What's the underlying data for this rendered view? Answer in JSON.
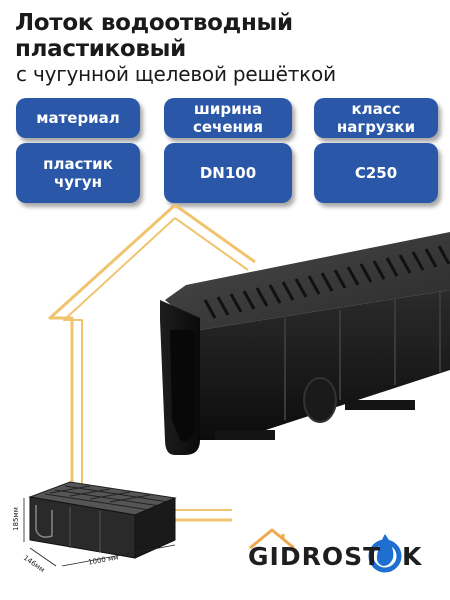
{
  "title": {
    "line1": "Лоток водоотводный",
    "line2": "пластиковый"
  },
  "subtitle": "с чугунной щелевой решёткой",
  "specs": {
    "material_label": "материал",
    "width_label": "ширина\nсечения",
    "class_label": "класс\nнагрузки",
    "material_value": "пластик\nчугун",
    "width_value": "DN100",
    "class_value": "C250"
  },
  "dimensions": {
    "height": "185мм",
    "width": "146мм",
    "length": "1000 мм"
  },
  "logo": {
    "text_left": "GIDROST",
    "text_right": "K"
  },
  "colors": {
    "badge_blue": "#2a57a8",
    "house_outline": "#f0c46e",
    "logo_drop": "#1e6fd0"
  }
}
